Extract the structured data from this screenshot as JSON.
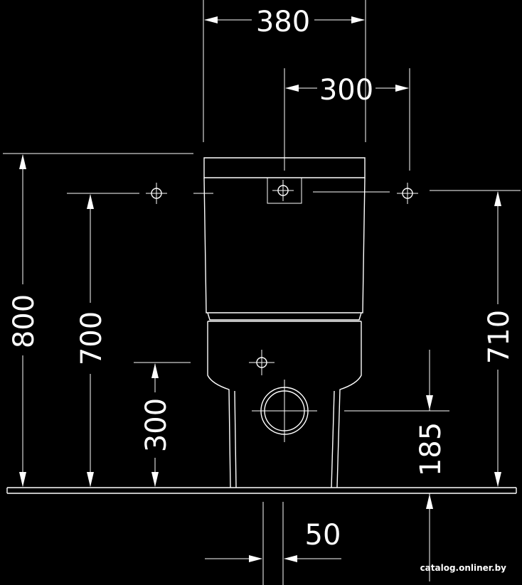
{
  "dimensions": {
    "total_width": "380",
    "tank_offset": "300",
    "total_height": "800",
    "left_fixing_height": "700",
    "right_fixing_height": "710",
    "inlet_height": "300",
    "outlet_height": "185",
    "drain_diameter": "50"
  },
  "watermark": "catalog.onliner.by",
  "colors": {
    "background": "#000000",
    "lines": "#ffffff"
  }
}
